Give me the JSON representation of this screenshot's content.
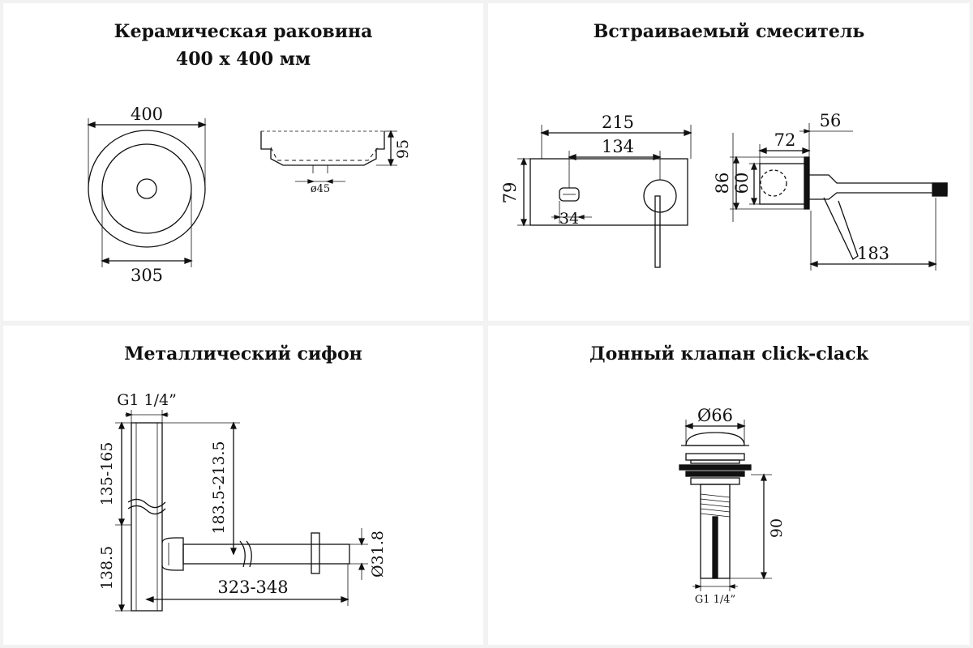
{
  "panels": {
    "sink": {
      "title_line1": "Керамическая раковина",
      "title_line2": "400 x 400 мм",
      "dims": {
        "outer": "400",
        "inner": "305",
        "height": "95",
        "drain": "ø45"
      }
    },
    "mixer": {
      "title": "Встраиваемый смеситель",
      "dims": {
        "width": "215",
        "center": "134",
        "height": "79",
        "offset": "34",
        "depth_top": "56",
        "depth_mid": "72",
        "flange": "86",
        "body": "60",
        "spout": "183"
      }
    },
    "siphon": {
      "title": "Металлический сифон",
      "dims": {
        "thread": "G1 1/4”",
        "upper": "135-165",
        "lower": "138.5",
        "rise": "183.5-213.5",
        "length": "323-348",
        "outlet": "Ø31.8"
      }
    },
    "valve": {
      "title": "Донный клапан click-clack",
      "dims": {
        "cap": "Ø66",
        "height": "90",
        "thread": "G1 1/4”"
      }
    }
  }
}
